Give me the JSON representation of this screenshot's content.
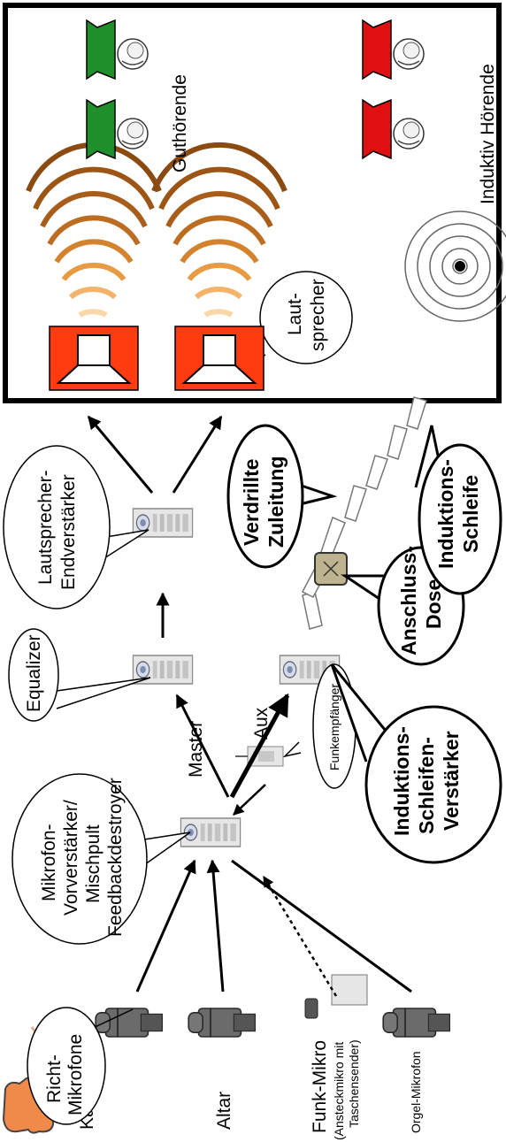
{
  "sources": {
    "kanzel": "Kanzel",
    "altar": "Altar",
    "funk_mikro": "Funk-Mikro",
    "funk_mikro_sub": "(Ansteckmikro mit",
    "funk_mikro_sub2": "Taschensender)",
    "orgel": "Orgel-Mikrofon"
  },
  "callouts": {
    "richt_1": "Richt-",
    "richt_2": "Mikrofone",
    "mix_1": "Mikrofon-",
    "mix_2": "Vorverstärker/",
    "mix_3": "Mischpult",
    "mix_4": "Feedbackdestroyer",
    "funkempfaenger": "Funkempfänger",
    "equalizer": "Equalizer",
    "endv_1": "Lautsprecher-",
    "endv_2": "Endverstärker",
    "laut_1": "Laut-",
    "laut_2": "sprecher",
    "isv_1": "Induktions-",
    "isv_2": "Schleifen-",
    "isv_3": "Verstärker",
    "dose_1": "Anschluss-",
    "dose_2": "Dose",
    "zul_1": "Verdrillte",
    "zul_2": "Zuleitung",
    "schl_1": "Induktions-",
    "schl_2": "Schleife"
  },
  "flow": {
    "master": "Master",
    "aux": "Aux"
  },
  "room": {
    "guthoerende": "Guthörende",
    "induktiv": "Induktiv Hörende"
  },
  "colors": {
    "speaker_red": "#ff3b10",
    "wave_dark": "#a05a14",
    "wave_light": "#f3b36a",
    "guthoerende_green": "#1f8f2c",
    "induktiv_red": "#e01010",
    "skin": "#f08a4b",
    "dose": "#bdb48f"
  }
}
